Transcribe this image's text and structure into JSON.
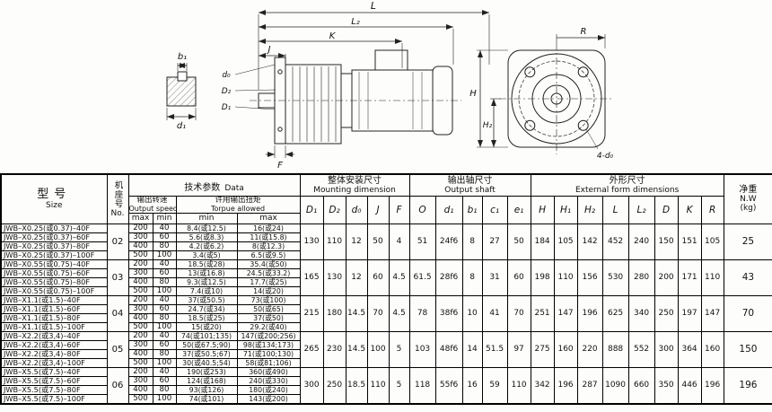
{
  "drawing": {
    "labels": {
      "L": "L",
      "L2": "L₂",
      "K": "K",
      "J": "J",
      "F": "F",
      "R": "R",
      "H": "H",
      "H2": "H₂",
      "holes": "4-d₀",
      "b1": "b₁",
      "d1": "d₁",
      "D1": "D₁",
      "D2": "D₂",
      "d0": "d₀"
    }
  },
  "table": {
    "header": {
      "model_cn": "型号",
      "model_en": "Size",
      "frame_cn": "机座号",
      "frame_en": "No.",
      "tech_cn": "技术参数",
      "tech_en": "Data",
      "speed_cn": "输出转速",
      "speed_en": "Output speed",
      "torque_cn": "许用输出扭矩",
      "torque_en": "Torpue allowed",
      "mount_cn": "整体安装尺寸",
      "mount_en": "Mounting dimension",
      "shaft_cn": "输出轴尺寸",
      "shaft_en": "Output shaft",
      "ext_cn": "外形尺寸",
      "ext_en": "External form dimensions",
      "weight_cn": "净重",
      "weight_en": "N.W",
      "weight_unit": "(kg)",
      "max": "max",
      "min": "min",
      "t_min": "min",
      "t_max": "max",
      "dim_symbols": [
        "D₁",
        "D₂",
        "d₀",
        "J",
        "F",
        "O",
        "d₁",
        "b₁",
        "c₁",
        "e₁",
        "H",
        "H₁",
        "H₂",
        "L",
        "L₂",
        "D",
        "K",
        "R"
      ]
    },
    "groups": [
      {
        "no": "02",
        "models": [
          "JWB–X0.25(或0.37)–40F",
          "JWB–X0.25(或0.37)–60F",
          "JWB–X0.25(或0.37)–80F",
          "JWB–X0.25(或0.37)–100F"
        ],
        "speed_max": [
          "200",
          "300",
          "400",
          "500"
        ],
        "speed_min": [
          "40",
          "60",
          "80",
          "100"
        ],
        "torque_min": [
          "8.4(或12.5)",
          "5.6(或8.3)",
          "4.2(或6.2)",
          "3.4(或5)"
        ],
        "torque_max": [
          "16(或24)",
          "11(或15.8)",
          "8(或12.3)",
          "6.5(或9.5)"
        ],
        "dims": [
          "130",
          "110",
          "12",
          "50",
          "4",
          "51",
          "24f6",
          "8",
          "27",
          "50",
          "184",
          "105",
          "142",
          "452",
          "240",
          "150",
          "151",
          "105"
        ],
        "weight": "25"
      },
      {
        "no": "03",
        "models": [
          "JWB–X0.55(或0.75)–40F",
          "JWB–X0.55(或0.75)–60F",
          "JWB–X0.55(或0.75)–80F",
          "JWB–X0.55(或0.75)–100F"
        ],
        "speed_max": [
          "200",
          "300",
          "400",
          "500"
        ],
        "speed_min": [
          "40",
          "60",
          "80",
          "100"
        ],
        "torque_min": [
          "18.5(或28)",
          "13(或16.8)",
          "9.3(或12.5)",
          "7.4(或10)"
        ],
        "torque_max": [
          "35.4(或50)",
          "24.5(或33.2)",
          "17.7(或25)",
          "14(或20)"
        ],
        "dims": [
          "165",
          "130",
          "12",
          "60",
          "4.5",
          "61.5",
          "28f6",
          "8",
          "31",
          "60",
          "198",
          "110",
          "156",
          "530",
          "280",
          "200",
          "171",
          "110"
        ],
        "weight": "43"
      },
      {
        "no": "04",
        "models": [
          "JWB–X1.1(或1.5)–40F",
          "JWB–X1.1(或1.5)–60F",
          "JWB–X1.1(或1.5)–80F",
          "JWB–X1.1(或1.5)–100F"
        ],
        "speed_max": [
          "200",
          "300",
          "400",
          "500"
        ],
        "speed_min": [
          "40",
          "60",
          "80",
          "100"
        ],
        "torque_min": [
          "37(或50.5)",
          "24.7(或34)",
          "18.5(或25)",
          "15(或20)"
        ],
        "torque_max": [
          "73(或100)",
          "50(或65)",
          "37(或50)",
          "29.2(或40)"
        ],
        "dims": [
          "215",
          "180",
          "14.5",
          "70",
          "4.5",
          "78",
          "38f6",
          "10",
          "41",
          "70",
          "251",
          "147",
          "196",
          "625",
          "340",
          "250",
          "197",
          "147"
        ],
        "weight": "70"
      },
      {
        "no": "05",
        "models": [
          "JWB–X2.2(或3,4)–40F",
          "JWB–X2.2(或3,4)–60F",
          "JWB–X2.2(或3,4)–80F",
          "JWB–X2.2(或3,4)–100F"
        ],
        "speed_max": [
          "200",
          "300",
          "400",
          "500"
        ],
        "speed_min": [
          "40",
          "60",
          "80",
          "100"
        ],
        "torque_min": [
          "74(或101;135)",
          "50(或67.5;90)",
          "37(或50.5;67)",
          "30(或40.5;54)"
        ],
        "torque_max": [
          "147(或200;256)",
          "98(或134;173)",
          "71(或100;130)",
          "58(或81;106)"
        ],
        "dims": [
          "265",
          "230",
          "14.5",
          "100",
          "5",
          "103",
          "48f6",
          "14",
          "51.5",
          "97",
          "275",
          "160",
          "220",
          "888",
          "552",
          "300",
          "364",
          "160"
        ],
        "weight": "150"
      },
      {
        "no": "06",
        "models": [
          "JWB–X5.5(或7.5)–40F",
          "JWB–X5.5(或7.5)–60F",
          "JWB–X5.5(或7.5)–80F",
          "JWB–X5.5(或7.5)–100F"
        ],
        "speed_max": [
          "200",
          "300",
          "400",
          "500"
        ],
        "speed_min": [
          "40",
          "60",
          "80",
          "100"
        ],
        "torque_min": [
          "190(或253)",
          "124(或168)",
          "93(或126)",
          "74(或101)"
        ],
        "torque_max": [
          "360(或490)",
          "240(或330)",
          "180(或240)",
          "143(或200)"
        ],
        "dims": [
          "300",
          "250",
          "18.5",
          "110",
          "5",
          "118",
          "55f6",
          "16",
          "59",
          "110",
          "342",
          "196",
          "287",
          "1090",
          "660",
          "350",
          "446",
          "196"
        ],
        "weight": "196"
      }
    ]
  }
}
